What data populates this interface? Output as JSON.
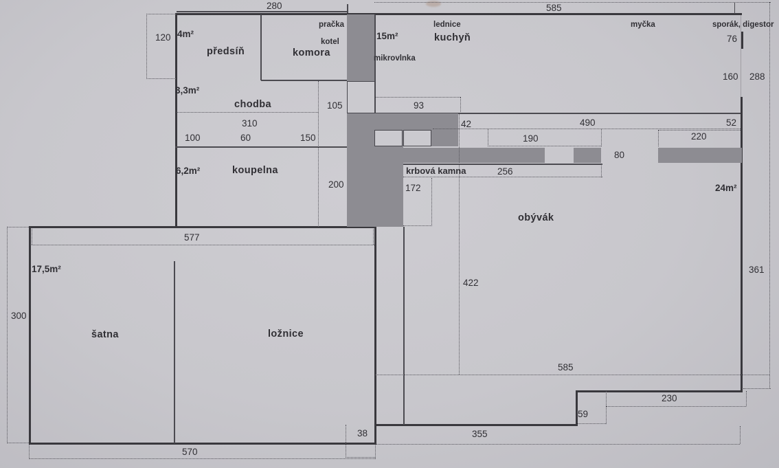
{
  "document": {
    "type_label": "floor-plan-scan",
    "language": "cs"
  },
  "colors": {
    "paper": "#c8c7cc",
    "wall_line": "#39383d",
    "wall_fill": "#8d8c92",
    "text": "#2f2e33"
  },
  "rooms": {
    "predsin": {
      "name": "předsíň",
      "area": "4m²"
    },
    "komora": {
      "name": "komora"
    },
    "kuchyn": {
      "name": "kuchyň",
      "area": "15m²"
    },
    "chodba": {
      "name": "chodba",
      "area": "3,3m²"
    },
    "koupelna": {
      "name": "koupelna",
      "area": "6,2m²"
    },
    "obyvak": {
      "name": "obývák",
      "area": "24m²"
    },
    "satna": {
      "name": "šatna",
      "area": "17,5m²"
    },
    "loznice": {
      "name": "ložnice"
    }
  },
  "appliances": {
    "pracka": "pračka",
    "kotel": "kotel",
    "lednice": "lednice",
    "mikrovlnka": "mikrovlnka",
    "mycka": "myčka",
    "sporak_digestor": "sporák, digestor",
    "krbova_kamna": "krbová kamna"
  },
  "dimensions": {
    "d280": "280",
    "d585_top": "585",
    "d120": "120",
    "d76": "76",
    "d160": "160",
    "d288": "288",
    "d105": "105",
    "d93": "93",
    "d42": "42",
    "d490": "490",
    "d52": "52",
    "d310": "310",
    "d100": "100",
    "d60": "60",
    "d150": "150",
    "d190": "190",
    "d220": "220",
    "d80": "80",
    "d200": "200",
    "d172": "172",
    "d256": "256",
    "d577": "577",
    "d422": "422",
    "d361": "361",
    "d300": "300",
    "d585_bottom": "585",
    "d230": "230",
    "d59": "59",
    "d38": "38",
    "d355": "355",
    "d570": "570"
  }
}
